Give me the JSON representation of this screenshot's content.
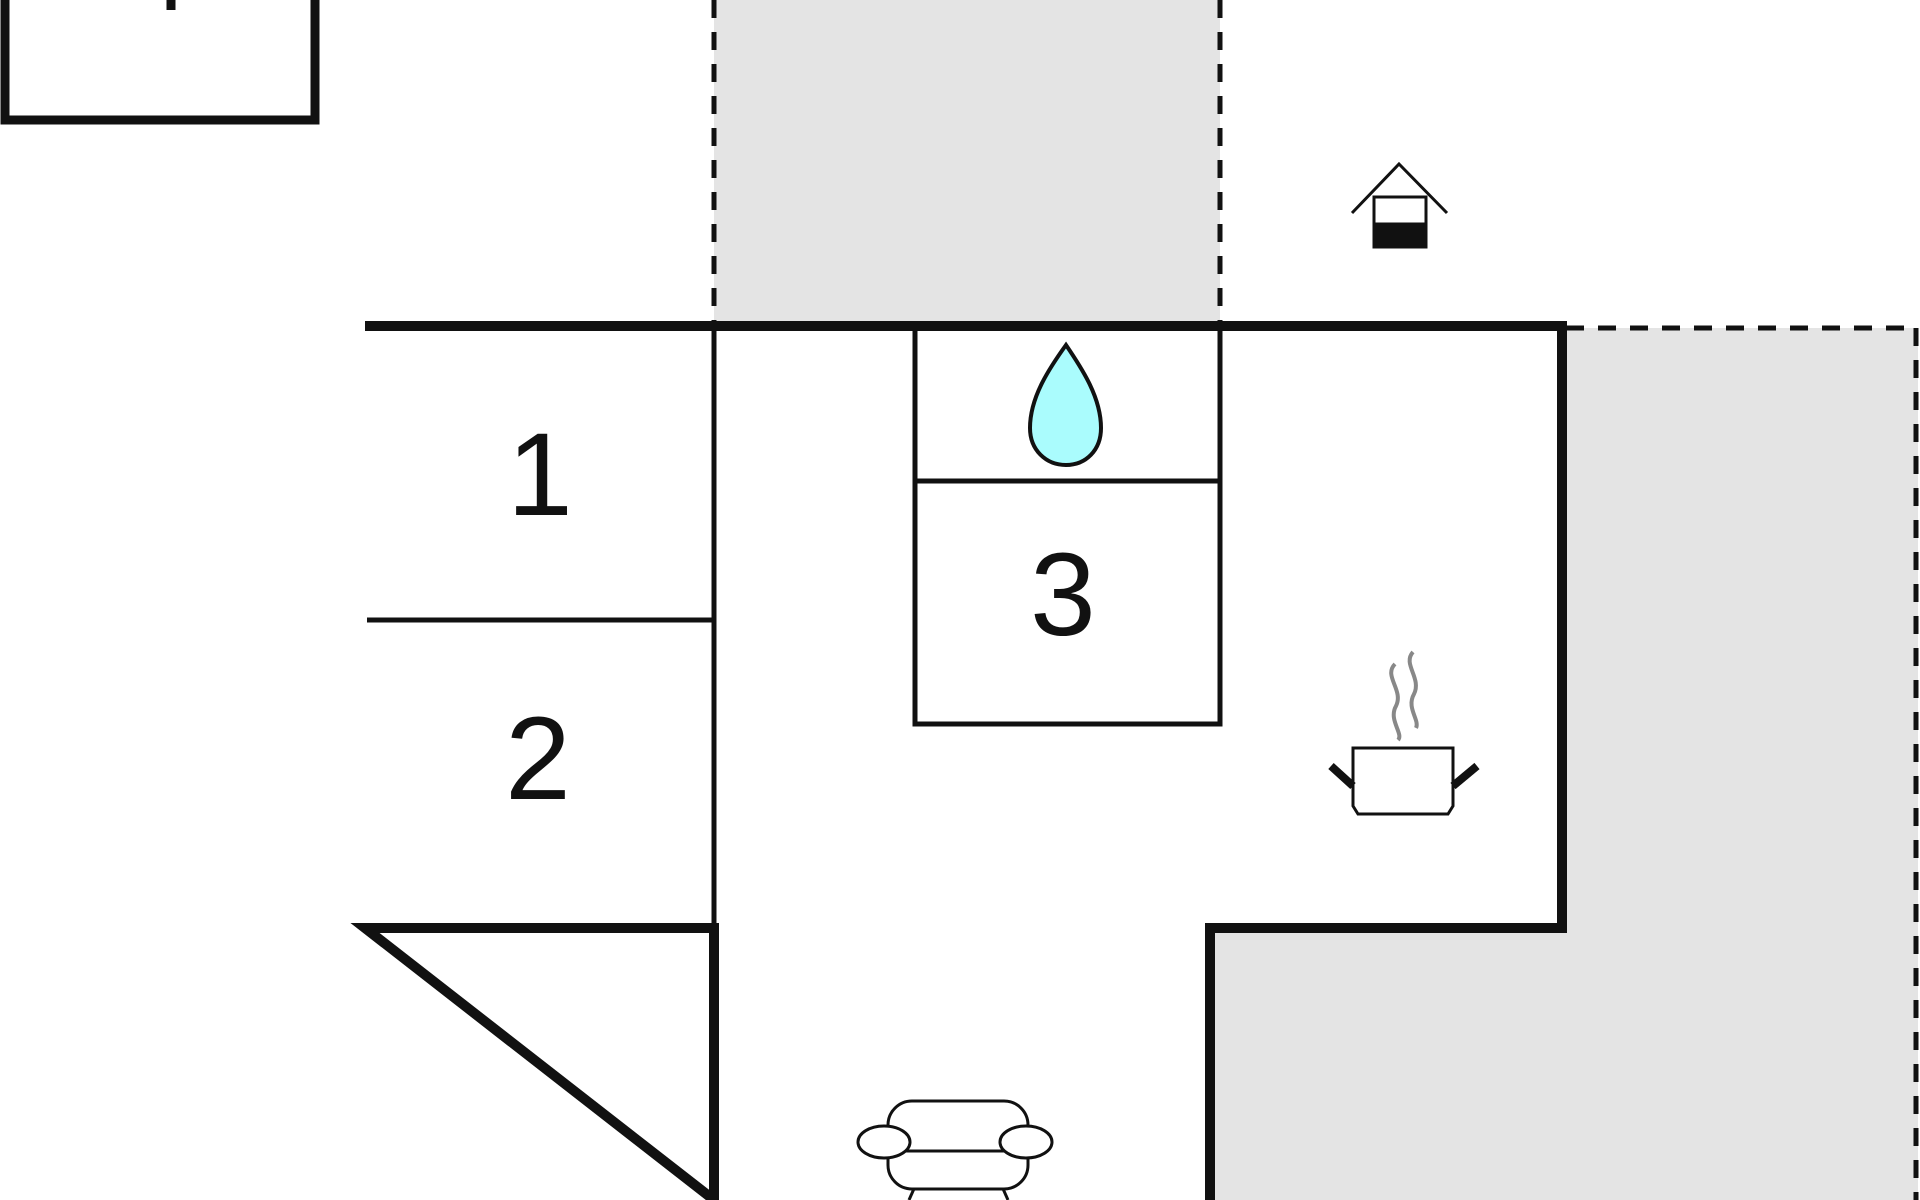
{
  "floor_plan": {
    "rooms": [
      {
        "id": "room-1",
        "label": "1"
      },
      {
        "id": "room-2",
        "label": "2"
      },
      {
        "id": "room-3",
        "label": "3"
      }
    ],
    "icons": [
      {
        "name": "shower-drop-icon",
        "meaning": "bathroom"
      },
      {
        "name": "cooking-pot-icon",
        "meaning": "kitchen"
      },
      {
        "name": "well-icon",
        "meaning": "well"
      },
      {
        "name": "sofa-icon",
        "meaning": "living room"
      }
    ],
    "colors": {
      "terrace": "#e4e4e4",
      "walls": "#111111",
      "water": "#aafcfd",
      "steam": "#888888",
      "background": "#ffffff"
    }
  }
}
